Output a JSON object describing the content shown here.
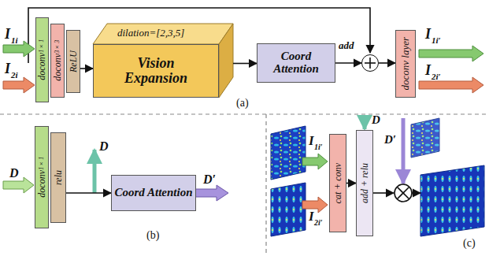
{
  "diagram": {
    "nodes": [
      {
        "text": [
          "doconv",
          "1×1"
        ]
      },
      {
        "text": [
          "doconv",
          "3×3"
        ]
      },
      {
        "text": [
          "ReLU"
        ]
      },
      {
        "text": [
          "dilation=[2,3,5]",
          "Vision Expansion"
        ]
      },
      {
        "text": [
          "Coord Attention"
        ]
      },
      {
        "text": [
          "add"
        ]
      },
      {
        "text": [
          "doconv layer"
        ]
      },
      {
        "text": [
          "doconv",
          "1×1"
        ]
      },
      {
        "text": [
          "relu"
        ]
      },
      {
        "text": [
          "Coord Attention"
        ]
      },
      {
        "text": [
          "cat + conv"
        ]
      },
      {
        "text": [
          "add + relu"
        ]
      }
    ],
    "edges": [
      {
        "from": 2,
        "to": 3,
        "arrow": "to"
      },
      {
        "from": 3,
        "to": 4,
        "arrow": "to"
      },
      {
        "from": 4,
        "to": 5,
        "arrow": "to"
      },
      {
        "from": 5,
        "to": 6,
        "arrow": "to"
      },
      {
        "from": 8,
        "to": 9,
        "arrow": "to"
      },
      {
        "from": 10,
        "to": 11,
        "arrow": "to"
      }
    ],
    "labels": [
      "I",
      "1i",
      "I",
      "2i",
      "I",
      "1i′",
      "I",
      "2i′",
      "(a)",
      "D",
      "D",
      "D′",
      "(b)",
      "I",
      "1i′",
      "I",
      "2i′",
      "D",
      "D′",
      "(c)"
    ]
  }
}
